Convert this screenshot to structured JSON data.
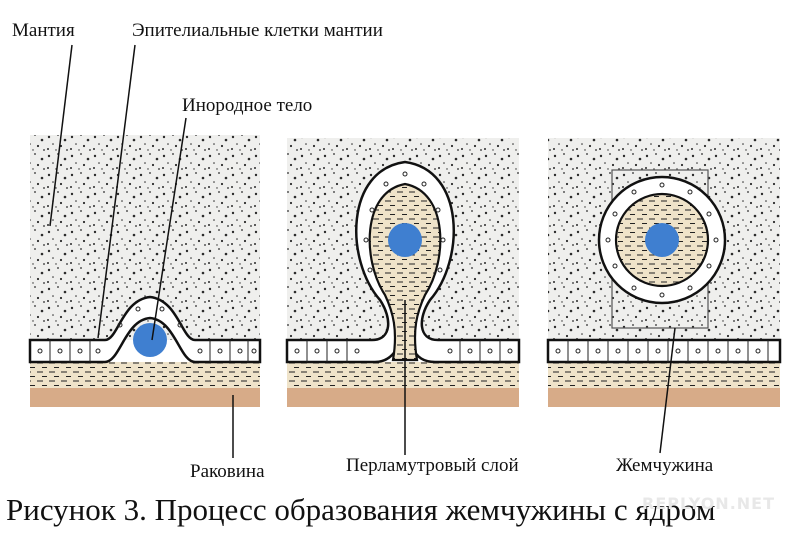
{
  "labels": {
    "mantle": "Мантия",
    "epithelial_cells": "Эпителиальные клетки мантии",
    "foreign_body": "Инородное тело",
    "shell": "Раковина",
    "nacre_layer": "Перламутровый слой",
    "pearl": "Жемчужина"
  },
  "caption": "Рисунок 3. Процесс образования жемчужины с ядром",
  "watermark": "REPLYON.NET",
  "colors": {
    "mantle_fill": "#efefed",
    "mantle_dots": "#2b2b2b",
    "nacre_fill": "#efe3c9",
    "nacre_band": "#e8dcc0",
    "shell": "#d7ab88",
    "nucleus": "#3f7fd0",
    "outline": "#111111"
  }
}
